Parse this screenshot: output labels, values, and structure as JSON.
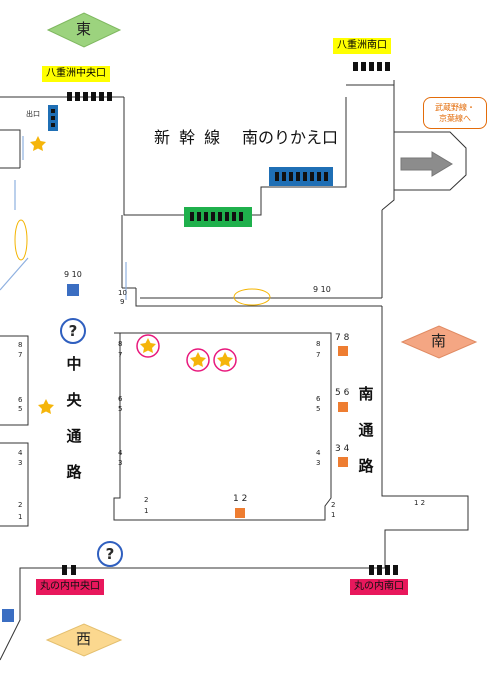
{
  "compass": {
    "east": "東",
    "south": "南",
    "west": "西"
  },
  "exits": {
    "yaesu_central": "八重洲中央口",
    "yaesu_south": "八重洲南口",
    "marunouchi_central": "丸の内中央口",
    "marunouchi_south": "丸の内南口",
    "exit_small": "出口"
  },
  "shinkansen": {
    "title": "新 幹 線",
    "transfer": "南のりかえ口"
  },
  "passages": {
    "central": [
      "中",
      "央",
      "通",
      "路"
    ],
    "south": [
      "南",
      "通",
      "路"
    ]
  },
  "callout": {
    "line1": "武蔵野線・",
    "line2": "京葉線へ"
  },
  "help_mark": "?",
  "track_labels": {
    "t910_left": "9 10",
    "t910_mid": "9 10",
    "t10": "10",
    "t9": "9",
    "left_8": "8",
    "left_7": "7",
    "left_6": "6",
    "left_5": "5",
    "left_4": "4",
    "left_3": "3",
    "left_2": "2",
    "left_1": "1",
    "in_l8": "8",
    "in_l7": "7",
    "in_l6": "6",
    "in_l5": "5",
    "in_l4": "4",
    "in_l3": "3",
    "in_l2": "2",
    "in_l1": "1",
    "in_r8": "8",
    "in_r7": "7",
    "in_r6": "6",
    "in_r5": "5",
    "in_r4": "4",
    "in_r3": "3",
    "in_r2": "2",
    "in_r1": "1",
    "r78": "7 8",
    "r56": "5 6",
    "r34": "3 4",
    "bottom_12": "1 2",
    "south_12": "1 2"
  },
  "colors": {
    "east": "#9cd37e",
    "south": "#f4a683",
    "west": "#fbd88f",
    "gate_blue": "#1f6fb5",
    "gate_green": "#1fb04c",
    "exit_yellow": "#ffff00",
    "exit_red": "#e8185c",
    "stair_orange": "#ee7d31",
    "stair_blue": "#3b6ec2",
    "star": "#f5b50a",
    "ring": "#e8187c"
  }
}
